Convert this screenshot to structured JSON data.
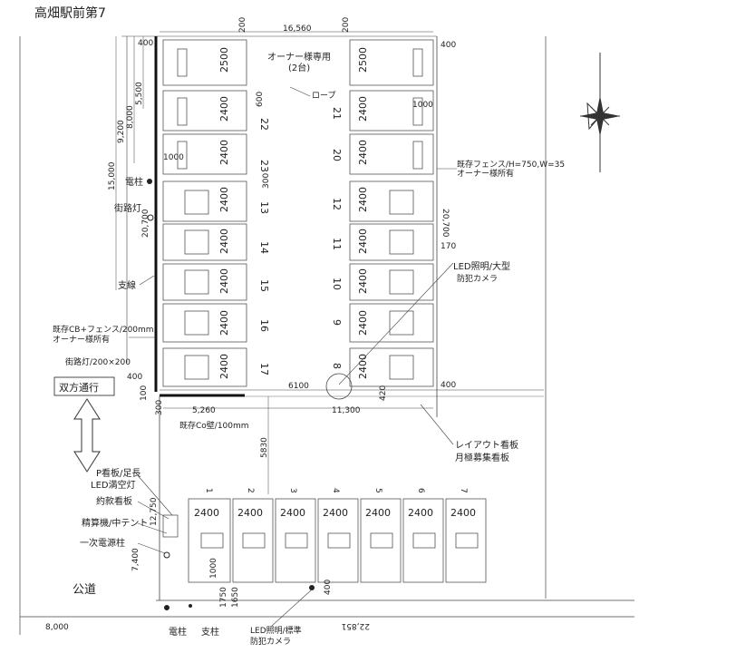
{
  "title": "高畑駅前第7",
  "compass": "north-arrow",
  "labels": {
    "owner_only": "オーナー様専用",
    "owner_only_count": "(2台)",
    "rope": "ロープ",
    "existing_fence": "既存フェンス/H=750,W=35",
    "existing_fence_owner": "オーナー様所有",
    "led_large": "LED照明/大型",
    "security_camera": "防犯カメラ",
    "pole": "電柱",
    "streetlight": "街路灯",
    "stay_wire": "支線",
    "cb_fence": "既存CB+フェンス/200mm",
    "cb_fence_owner": "オーナー様所有",
    "streetlight_size": "街路灯/200×200",
    "two_way": "双方通行",
    "existing_wall": "既存Co壁/100mm",
    "layout_sign": "レイアウト看板",
    "monthly_sign": "月極募集看板",
    "p_sign": "P看板/足長",
    "led_full": "LED満空灯",
    "terms_sign": "約款看板",
    "meter": "精算機/中テント",
    "power_pole": "一次電源柱",
    "public_road": "公道",
    "pole_bottom": "電柱",
    "stay_bottom": "支柱",
    "led_std": "LED照明/標準",
    "camera_bottom": "防犯カメラ"
  },
  "dimensions": {
    "top_width": "16,560",
    "d200a": "200",
    "d200b": "200",
    "d400_tl": "400",
    "d400_tr": "400",
    "d5500": "5,500",
    "d8000": "8,000",
    "d9200": "9,200",
    "d15000": "15,000",
    "d20700_left": "20,700",
    "d20700_right": "20,700",
    "d600": "600",
    "d300_mid": "300",
    "d2500_l": "2500",
    "d2500_r": "2500",
    "d1000_l": "1000",
    "d1000_r": "1000",
    "d170": "170",
    "d400_ml": "400",
    "d100_l": "100",
    "d300_bl": "300",
    "d5260": "5,260",
    "d6100": "6100",
    "d420": "420",
    "d400_mr": "400",
    "d11300": "11,300",
    "d5830": "5830",
    "d12750": "12,750",
    "d7400": "7,400",
    "d1000_b": "1000",
    "d1750": "1750",
    "d1650": "1650",
    "d400_b": "400",
    "d8000_b": "8,000",
    "d22851": "22,851"
  },
  "stall_length": "2400",
  "stalls": {
    "left": [
      "22",
      "23",
      "13",
      "14",
      "15",
      "16",
      "17"
    ],
    "right": [
      "21",
      "20",
      "12",
      "11",
      "10",
      "9",
      "8"
    ],
    "bottom": [
      "1",
      "2",
      "3",
      "4",
      "5",
      "6",
      "7"
    ]
  }
}
